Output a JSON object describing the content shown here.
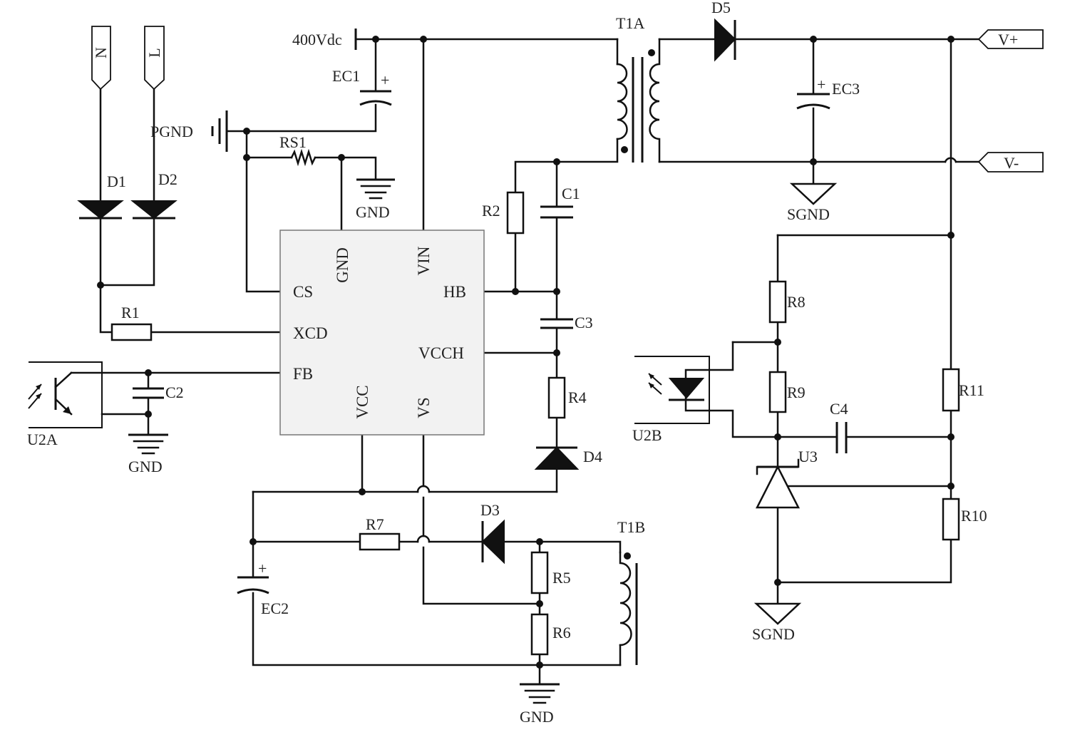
{
  "labels": {
    "n": "N",
    "l": "L",
    "pgnd": "PGND",
    "vdc": "400Vdc",
    "ec1": "EC1",
    "ec2": "EC2",
    "ec3": "EC3",
    "rs1": "RS1",
    "gnd_top": "GND",
    "gnd_left": "GND",
    "gnd_bottom": "GND",
    "d1": "D1",
    "d2": "D2",
    "d3": "D3",
    "d4": "D4",
    "d5": "D5",
    "r1": "R1",
    "r2": "R2",
    "r4": "R4",
    "r5": "R5",
    "r6": "R6",
    "r7": "R7",
    "r8": "R8",
    "r9": "R9",
    "r10": "R10",
    "r11": "R11",
    "c1": "C1",
    "c2": "C2",
    "c3": "C3",
    "c4": "C4",
    "t1a": "T1A",
    "t1b": "T1B",
    "u2a": "U2A",
    "u2b": "U2B",
    "u3": "U3",
    "sgnd_top": "SGND",
    "sgnd_bottom": "SGND",
    "vplus": "V+",
    "vminus": "V-",
    "plus": "+"
  },
  "ic_pins": {
    "gnd": "GND",
    "vin": "VIN",
    "cs": "CS",
    "hb": "HB",
    "xcd": "XCD",
    "vcch": "VCCH",
    "fb": "FB",
    "vcc": "VCC",
    "vs": "VS"
  }
}
